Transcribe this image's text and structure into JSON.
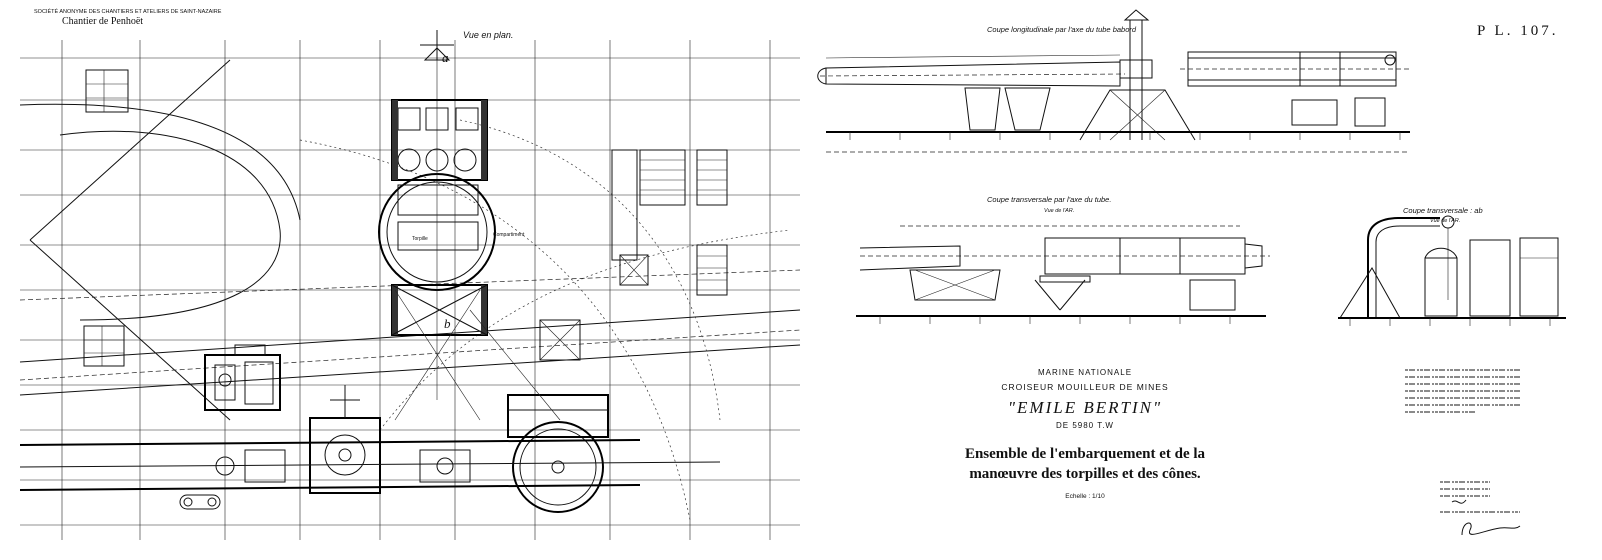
{
  "header": {
    "company": "SOCIÉTÉ ANONYME DES CHANTIERS ET ATELIERS DE SAINT-NAZAIRE",
    "yard": "Chantier de Penhoët",
    "plate": "P L. 107."
  },
  "views": {
    "plan": "Vue en plan.",
    "plan_marker_a": "a",
    "plan_marker_b": "b",
    "longitudinal": "Coupe longitudinale par l'axe du tube babord",
    "transverse_tube": "Coupe transversale par l'axe du tube.",
    "transverse_tube_sub": "Vue de l'AR.",
    "transverse_ab": "Coupe transversale : ab",
    "transverse_ab_sub": "Vue de l'AR."
  },
  "title_block": {
    "line1": "MARINE NATIONALE",
    "line2": "CROISEUR MOUILLEUR DE MINES",
    "line3": "\"EMILE BERTIN\"",
    "line4": "DE 5980 T.W",
    "subject_line1": "Ensemble de l'embarquement et de la",
    "subject_line2": "manœuvre des torpilles et des cônes.",
    "scale": "Echelle : 1/10"
  },
  "plan_labels": {
    "torpedo_compartment": "Torpille",
    "compartment": "Compartiment"
  }
}
